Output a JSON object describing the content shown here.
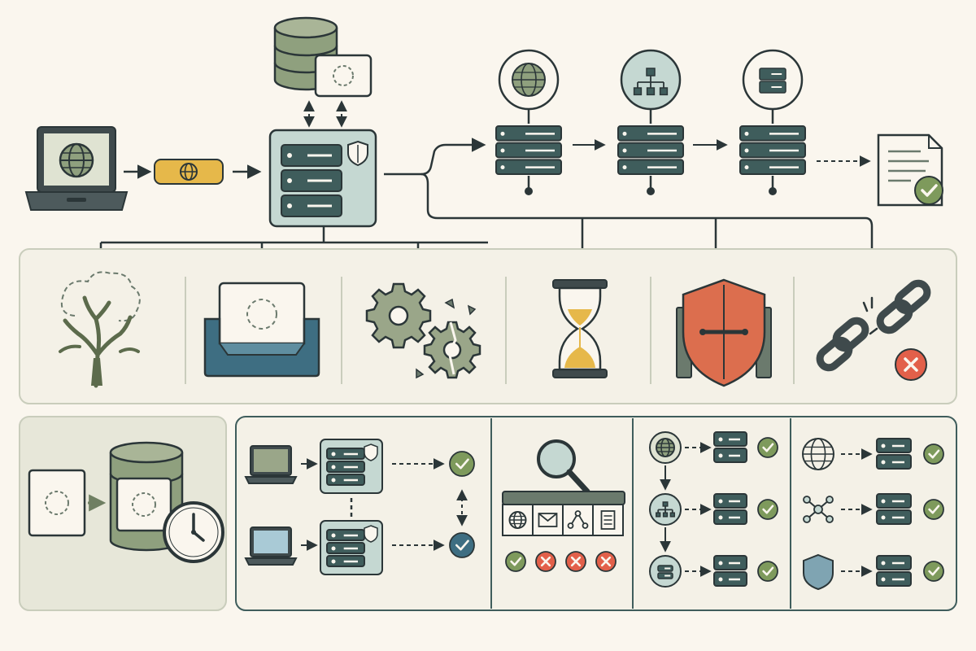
{
  "colors": {
    "background": "#faf6ee",
    "ink": "#2b3638",
    "server_dark": "#3f5d5c",
    "server_light": "#c5d8d2",
    "olive": "#8fa07e",
    "olive_light": "#dfe3d2",
    "gold": "#e6b84a",
    "shield_orange": "#dc6e4e",
    "blue_teal": "#3e6e82",
    "success_green": "#7e9a5c",
    "error_red": "#e2604a",
    "panel_fill": "#f4f1e7",
    "panel_border": "#c9cdbc",
    "cache_panel_fill": "#e7e7d9"
  },
  "top_flow": {
    "client": "laptop-globe-icon",
    "request": "globe-icon",
    "gateway": "server-stack-shield-icon",
    "storage": "database-cylinder-icon",
    "cache_card": "dashed-circle-card-icon",
    "backend_nodes": [
      "globe-icon",
      "sitemap-icon",
      "server-icon"
    ],
    "result": "document-check-icon"
  },
  "failure_modes": [
    {
      "id": "withered-tree",
      "icon": "dead-tree-icon"
    },
    {
      "id": "empty-inbox",
      "icon": "inbox-tray-icon"
    },
    {
      "id": "broken-gears",
      "icon": "broken-gears-icon"
    },
    {
      "id": "timeout",
      "icon": "hourglass-icon"
    },
    {
      "id": "blocked",
      "icon": "shield-barrier-icon"
    },
    {
      "id": "broken-link",
      "icon": "broken-chain-icon",
      "status": "error"
    }
  ],
  "cache_panel": {
    "icons": [
      "dashed-card-icon",
      "database-cache-icon",
      "clock-icon"
    ]
  },
  "redundancy_panel": {
    "rows": [
      {
        "client": "laptop-icon",
        "status": "success"
      },
      {
        "client": "laptop-icon",
        "status": "success-blue"
      }
    ]
  },
  "search_panel": {
    "tabs": [
      "globe-icon",
      "mail-icon",
      "nodes-icon",
      "document-icon"
    ],
    "statuses": [
      "success",
      "error",
      "error",
      "error"
    ]
  },
  "hierarchy_panel": {
    "nodes": [
      "globe-icon",
      "sitemap-icon",
      "server-icon"
    ],
    "statuses": [
      "success",
      "success",
      "success"
    ]
  },
  "protocol_panel": {
    "sources": [
      "globe-icon",
      "network-nodes-icon",
      "shield-icon"
    ],
    "statuses": [
      "success",
      "success",
      "success"
    ]
  }
}
